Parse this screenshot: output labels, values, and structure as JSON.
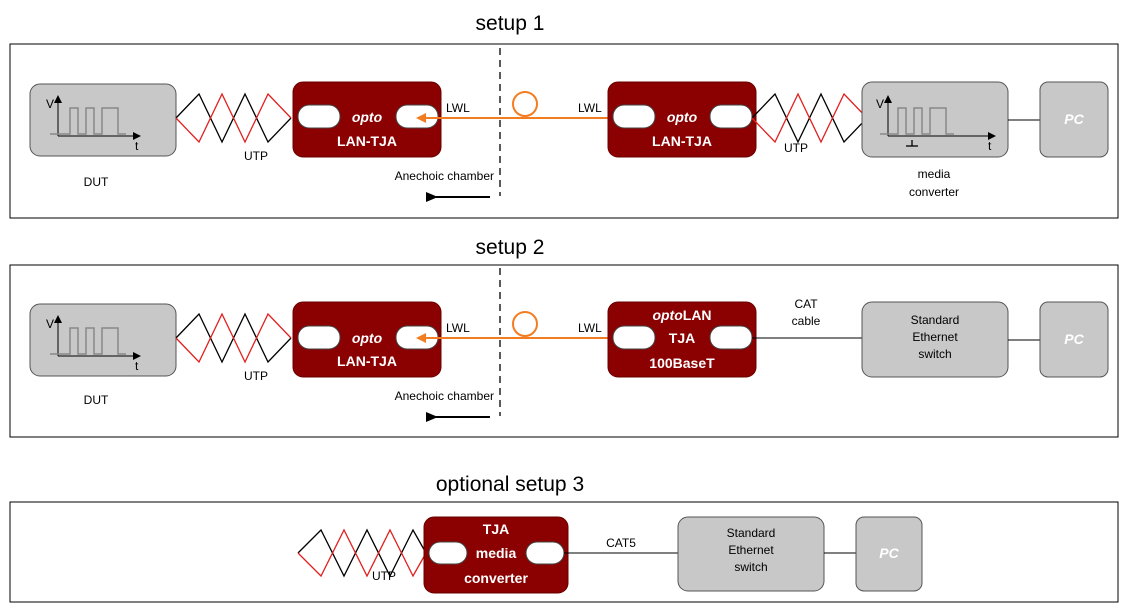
{
  "setup1": {
    "title": "setup 1",
    "dut_label": "DUT",
    "utp_left": "UTP",
    "utp_right": "UTP",
    "lwl_left": "LWL",
    "lwl_right": "LWL",
    "opto_left_italic": "opto",
    "opto_left_name": "LAN-TJA",
    "opto_right_italic": "opto",
    "opto_right_name": "LAN-TJA",
    "anechoic": "Anechoic chamber",
    "media_line1": "media",
    "media_line2": "converter",
    "pc": "PC",
    "axis_v": "V",
    "axis_t": "t"
  },
  "setup2": {
    "title": "setup 2",
    "dut_label": "DUT",
    "utp": "UTP",
    "lwl_left": "LWL",
    "lwl_right": "LWL",
    "opto_left_italic": "opto",
    "opto_left_name": "LAN-TJA",
    "optolan_italic": "opto",
    "optolan_rest": "LAN",
    "tja": "TJA",
    "base": "100BaseT",
    "cat_line1": "CAT",
    "cat_line2": "cable",
    "switch_line1": "Standard",
    "switch_line2": "Ethernet",
    "switch_line3": "switch",
    "anechoic": "Anechoic chamber",
    "pc": "PC",
    "axis_v": "V",
    "axis_t": "t"
  },
  "setup3": {
    "title": "optional setup 3",
    "utp": "UTP",
    "tja_line1": "TJA",
    "tja_line2": "media",
    "tja_line3": "converter",
    "cat5": "CAT5",
    "switch_line1": "Standard",
    "switch_line2": "Ethernet",
    "switch_line3": "switch",
    "pc": "PC"
  },
  "colors": {
    "dark_red": "#8b0000",
    "gray_box": "#c8c8c8",
    "orange": "#f47c20",
    "cable_red": "#e0201f"
  }
}
